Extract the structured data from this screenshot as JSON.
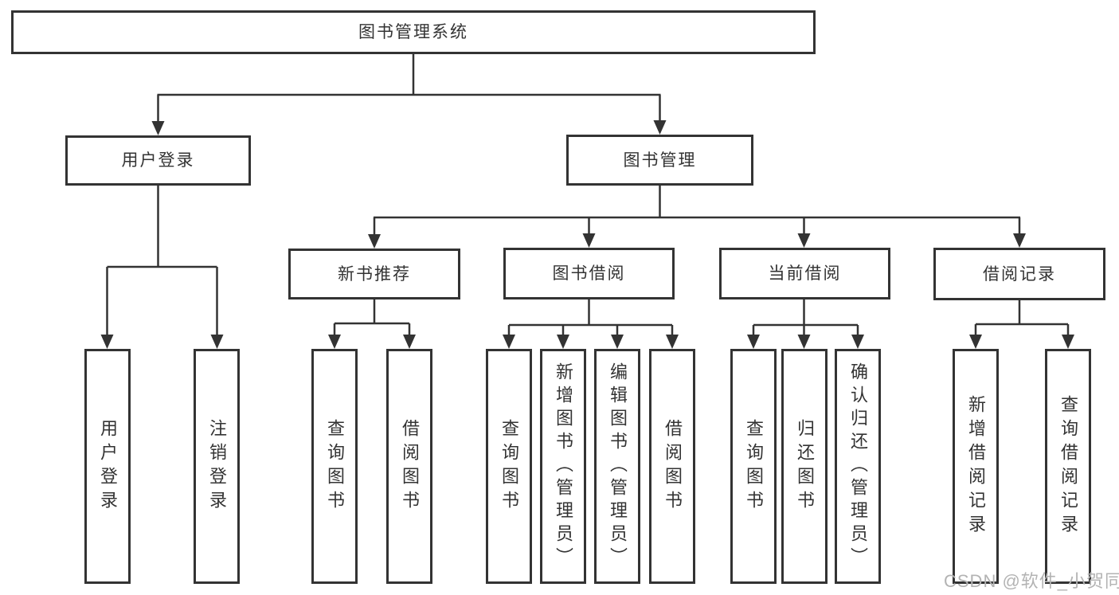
{
  "diagram": {
    "root": {
      "label": "图书管理系统"
    },
    "children": [
      {
        "label": "用户登录",
        "children": [
          {
            "label": "用户登录"
          },
          {
            "label": "注销登录"
          }
        ]
      },
      {
        "label": "图书管理",
        "children": [
          {
            "label": "新书推荐",
            "children": [
              {
                "label": "查询图书"
              },
              {
                "label": "借阅图书"
              }
            ]
          },
          {
            "label": "图书借阅",
            "children": [
              {
                "label": "查询图书"
              },
              {
                "label": "新增图书（管理员）"
              },
              {
                "label": "编辑图书（管理员）"
              },
              {
                "label": "借阅图书"
              }
            ]
          },
          {
            "label": "当前借阅",
            "children": [
              {
                "label": "查询图书"
              },
              {
                "label": "归还图书"
              },
              {
                "label": "确认归还（管理员）"
              }
            ]
          },
          {
            "label": "借阅记录",
            "children": [
              {
                "label": "新增借阅记录"
              },
              {
                "label": "查询借阅记录"
              }
            ]
          }
        ]
      }
    ]
  },
  "watermark": {
    "text": "CSDN @软件_小贺同学"
  },
  "colors": {
    "line": "#333333",
    "text": "#333333",
    "watermark": "#b3b3b3",
    "background": "#ffffff"
  }
}
